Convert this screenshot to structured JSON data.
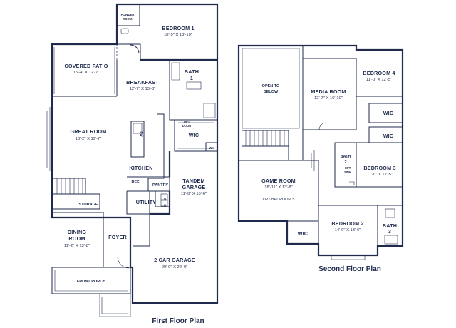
{
  "first_floor": {
    "caption": "First Floor Plan",
    "rooms": {
      "powder_room": {
        "line1": "POWDER",
        "line2": "ROOM"
      },
      "bedroom1": {
        "name": "BEDROOM 1",
        "dims": "18'-5\" X 13'-10\""
      },
      "covered_patio": {
        "name": "COVERED PATIO",
        "dims": "15'-4\" X 12'-7\""
      },
      "breakfast": {
        "name": "BREAKFAST",
        "dims": "12'-7\" X 13'-8\""
      },
      "bath1": {
        "line1": "BATH",
        "line2": "1"
      },
      "opt_door": {
        "line1": "OPT",
        "line2": "DOOR"
      },
      "wic": {
        "name": "WIC"
      },
      "great_room": {
        "name": "GREAT ROOM",
        "dims": "18'-2\" X 19'-7\""
      },
      "dw": {
        "name": "DW"
      },
      "wh": {
        "name": "WH"
      },
      "kitchen": {
        "name": "KITCHEN"
      },
      "ref": {
        "name": "REF"
      },
      "pantry": {
        "name": "PANTRY"
      },
      "tandem_garage": {
        "line1": "TANDEM",
        "line2": "GARAGE",
        "dims": "11'-0\" X 15'-6\""
      },
      "washer": {
        "name": "W"
      },
      "dryer": {
        "name": "D"
      },
      "storage": {
        "name": "STORAGE"
      },
      "utility": {
        "name": "UTILITY"
      },
      "dining_room": {
        "line1": "DINING",
        "line2": "ROOM",
        "dims": "11'-2\" X 13'-8\""
      },
      "foyer": {
        "name": "FOYER"
      },
      "two_car_garage": {
        "name": "2 CAR GARAGE",
        "dims": "20'-0\" X 22'-0\""
      },
      "front_porch": {
        "name": "FRONT PORCH"
      }
    }
  },
  "second_floor": {
    "caption": "Second Floor Plan",
    "rooms": {
      "open_to_below": {
        "line1": "OPEN TO",
        "line2": "BELOW"
      },
      "media_room": {
        "name": "MEDIA ROOM",
        "dims": "12'-7\" X 16'-10\""
      },
      "bedroom4": {
        "name": "BEDROOM 4",
        "dims": "11'-0\" X 12'-5\""
      },
      "wic_upper": {
        "name": "WIC"
      },
      "wic_lower": {
        "name": "WIC"
      },
      "bath2": {
        "line1": "BATH",
        "line2": "2"
      },
      "opt_sink": {
        "line1": "OPT",
        "line2": "SINK"
      },
      "bedroom3": {
        "name": "BEDROOM 3",
        "dims": "11'-0\" X 12'-5\""
      },
      "game_room": {
        "name": "GAME ROOM",
        "dims": "18'-11\" X 13'-8\"",
        "note": "OPT BEDROOM 5"
      },
      "wic_bed2": {
        "name": "WIC"
      },
      "bedroom2": {
        "name": "BEDROOM 2",
        "dims": "14'-0\" X 13'-6\""
      },
      "bath3": {
        "line1": "BATH",
        "line2": "3"
      }
    }
  }
}
